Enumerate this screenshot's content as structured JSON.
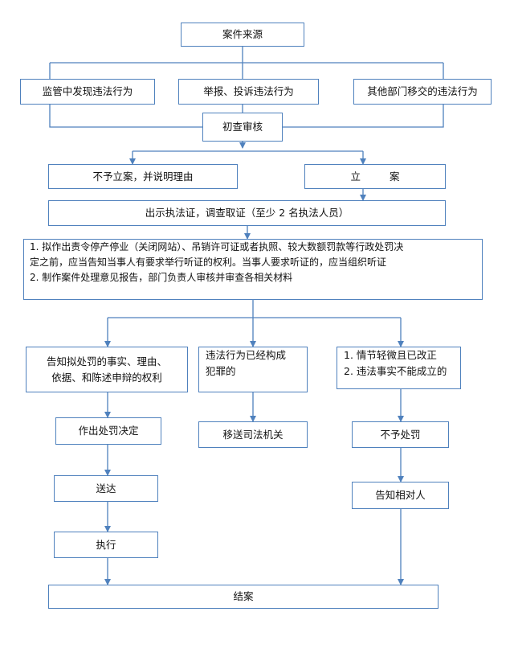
{
  "nodes": {
    "source": "案件来源",
    "found_in_supervision": "监管中发现违法行为",
    "report_complaint": "举报、投诉违法行为",
    "other_department": "其他部门移交的违法行为",
    "preliminary_review": "初查审核",
    "no_filing": "不予立案，并说明理由",
    "filing_a": "立",
    "filing_b": "案",
    "investigate": "出示执法证，调查取证（至少 2 名执法人员）",
    "hearing_line1": "1.  拟作出责令停产停业（关闭网站）、吊销许可证或者执照、较大数额罚款等行政处罚决",
    "hearing_line2": "定之前，应当告知当事人有要求举行听证的权利。当事人要求听证的，应当组织听证",
    "hearing_line3": "2.  制作案件处理意见报告，部门负责人审核并审查各相关材料",
    "notify_rights_line1": "告知拟处罚的事实、理由、",
    "notify_rights_line2": "依据、和陈述申辩的权利",
    "crime_line1": "违法行为已经构成",
    "crime_line2": "犯罪的",
    "minor_line1": "1.  情节轻微且已改正",
    "minor_line2": "2.  违法事实不能成立的",
    "decision": "作出处罚决定",
    "transfer_judicial": "移送司法机关",
    "no_penalty": "不予处罚",
    "serve": "送达",
    "notify_party": "告知相对人",
    "execute": "执行",
    "close_case": "结案"
  },
  "colors": {
    "border": "#4f81bd",
    "connector": "#4f81bd"
  }
}
